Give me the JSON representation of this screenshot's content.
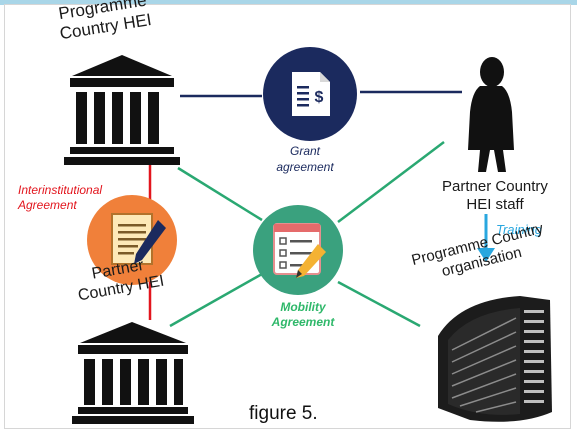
{
  "labels": {
    "programme_hei": [
      "Programme",
      "Country HEI"
    ],
    "partner_hei": [
      "Partner",
      "Country HEI"
    ],
    "partner_staff": [
      "Partner Country",
      "HEI staff"
    ],
    "programme_org": [
      "Programme Country",
      "organisation"
    ],
    "grant_agreement": [
      "Grant",
      "agreement"
    ],
    "interinstitutional": [
      "Interinstitutional",
      "Agreement"
    ],
    "mobility_agreement": [
      "Mobility",
      "Agreement"
    ],
    "training": "Training",
    "figure_caption": "figure 5."
  },
  "colors": {
    "dark_blue": "#1b2a5e",
    "green_line": "#2aa872",
    "red_line": "#e2151d",
    "training_blue": "#29a7df",
    "orange_circle": "#f0803a",
    "teal_circle": "#3aa17e"
  },
  "icons": {
    "grant": "document-dollar-icon",
    "interinstitutional": "document-pen-icon",
    "mobility": "checklist-pencil-icon"
  }
}
